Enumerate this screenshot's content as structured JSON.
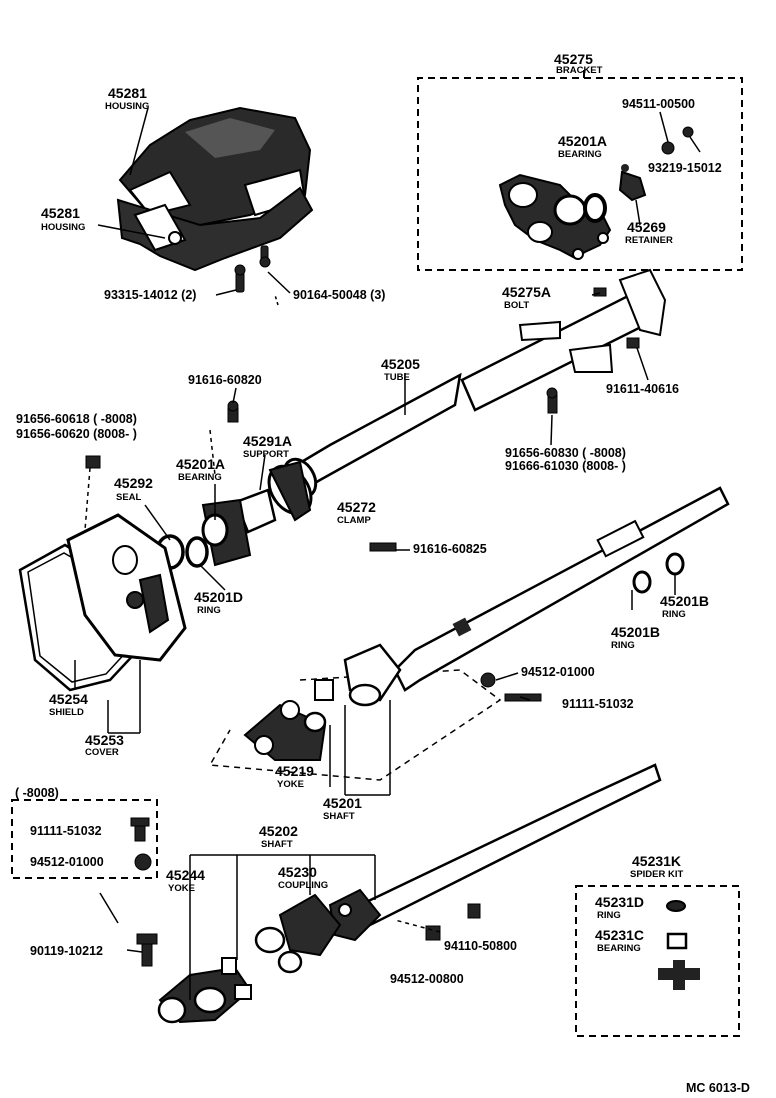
{
  "groups": {
    "bracket": {
      "number": "45275",
      "name": "BRACKET"
    },
    "spider_kit": {
      "number": "45231K",
      "name": "SPIDER KIT"
    },
    "production_range": "(        -8008)"
  },
  "parts": {
    "housing_top": {
      "number": "45281",
      "name": "HOUSING"
    },
    "housing_left": {
      "number": "45281",
      "name": "HOUSING"
    },
    "screw_93315": {
      "number": "93315-14012 (2)"
    },
    "bolt_90164": {
      "number": "90164-50048 (3)"
    },
    "nut_94511": {
      "number": "94511-00500"
    },
    "screw_93219": {
      "number": "93219-15012"
    },
    "bearing_45201A_top": {
      "number": "45201A",
      "name": "BEARING"
    },
    "retainer_45269": {
      "number": "45269",
      "name": "RETAINER"
    },
    "bolt_45275A": {
      "number": "45275A",
      "name": "BOLT"
    },
    "bolt_91611": {
      "number": "91611-40616"
    },
    "tube_45205": {
      "number": "45205",
      "name": "TUBE"
    },
    "bolt_91616_60820": {
      "number": "91616-60820"
    },
    "bolt_91656_60618": {
      "number": "91656-60618 (      -8008)"
    },
    "bolt_91656_60620": {
      "number": "91656-60620 (8008-      )"
    },
    "support_45291A": {
      "number": "45291A",
      "name": "SUPPORT"
    },
    "bearing_45201A_mid": {
      "number": "45201A",
      "name": "BEARING"
    },
    "seal_45292": {
      "number": "45292",
      "name": "SEAL"
    },
    "bolt_91656_60830": {
      "number": "91656-60830 (      -8008)"
    },
    "bolt_91666_61030": {
      "number": "91666-61030 (8008-      )"
    },
    "clamp_45272": {
      "number": "45272",
      "name": "CLAMP"
    },
    "bolt_91616_60825": {
      "number": "91616-60825"
    },
    "ring_45201D": {
      "number": "45201D",
      "name": "RING"
    },
    "ring_45201B_right": {
      "number": "45201B",
      "name": "RING"
    },
    "ring_45201B_mid": {
      "number": "45201B",
      "name": "RING"
    },
    "nut_94512_01000": {
      "number": "94512-01000"
    },
    "bolt_91111_51032": {
      "number": "91111-51032"
    },
    "shield_45254": {
      "number": "45254",
      "name": "SHIELD"
    },
    "cover_45253": {
      "number": "45253",
      "name": "COVER"
    },
    "yoke_45219": {
      "number": "45219",
      "name": "YOKE"
    },
    "shaft_45201": {
      "number": "45201",
      "name": "SHAFT"
    },
    "box_bolt_91111": {
      "number": "91111-51032"
    },
    "box_nut_94512": {
      "number": "94512-01000"
    },
    "shaft_45202": {
      "number": "45202",
      "name": "SHAFT"
    },
    "yoke_45244": {
      "number": "45244",
      "name": "YOKE"
    },
    "coupling_45230": {
      "number": "45230",
      "name": "COUPLING"
    },
    "ring_45231D": {
      "number": "45231D",
      "name": "RING"
    },
    "bearing_45231C": {
      "number": "45231C",
      "name": "BEARING"
    },
    "bolt_90119": {
      "number": "90119-10212"
    },
    "nut_94110": {
      "number": "94110-50800"
    },
    "nut_94512_00800": {
      "number": "94512-00800"
    }
  },
  "footer": {
    "code": "MC 6013-D"
  }
}
